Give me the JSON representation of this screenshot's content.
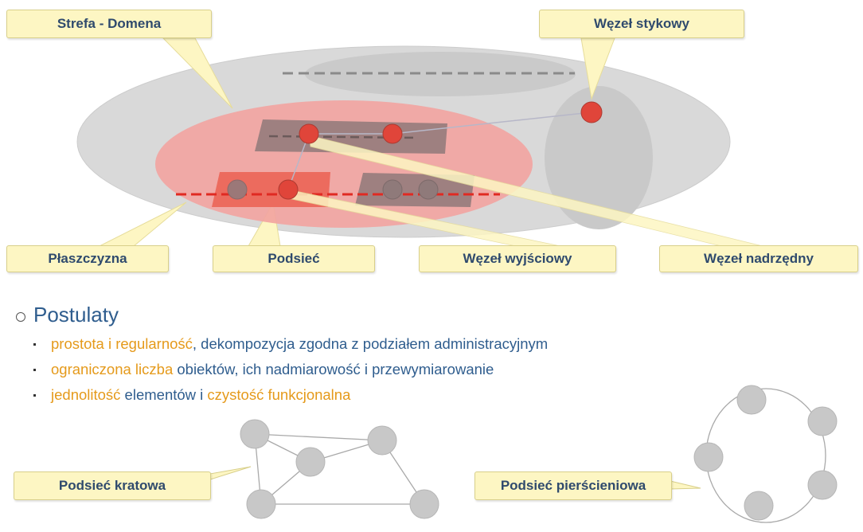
{
  "labels": {
    "strefa": "Strefa - Domena",
    "stykowy": "Węzeł stykowy",
    "plaszczyzna": "Płaszczyzna",
    "podsiec": "Podsieć",
    "wyjsciowy": "Węzeł wyjściowy",
    "nadrzedny": "Węzeł nadrzędny",
    "kratowa": "Podsieć kratowa",
    "pierscieniowa": "Podsieć pierścieniowa"
  },
  "postulaty": {
    "title": "Postulaty",
    "items": [
      [
        {
          "text": "prostota i regularność",
          "hl": true
        },
        {
          "text": ", dekompozycja zgodna z podziałem administracyjnym",
          "hl": false
        }
      ],
      [
        {
          "text": "ograniczona liczba",
          "hl": true
        },
        {
          "text": " obiektów, ich nadmiarowość i przewymiarowanie",
          "hl": false
        }
      ],
      [
        {
          "text": "jednolitość",
          "hl": true
        },
        {
          "text": " elementów i ",
          "hl": false
        },
        {
          "text": "czystość funkcjonalna",
          "hl": true
        }
      ]
    ]
  },
  "colors": {
    "callout_fill": "#fdf6c3",
    "label_text": "#2f4a6d",
    "accent_orange": "#e59a1b",
    "body_blue": "#2f5d8e",
    "node_red": "#e0453a",
    "node_gray": "#c8c8c8"
  }
}
